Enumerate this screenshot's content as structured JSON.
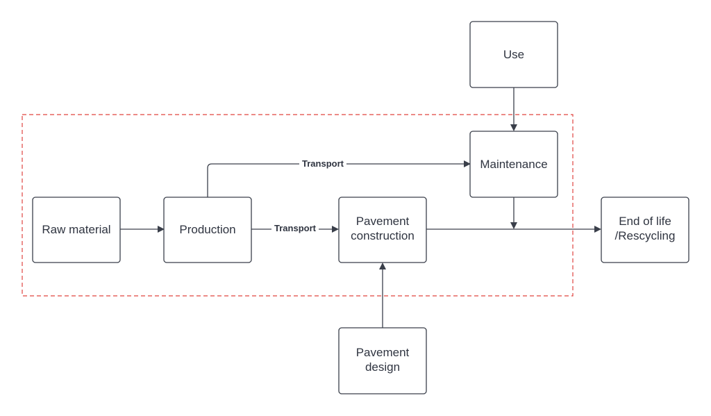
{
  "nodes": {
    "use": {
      "lines": [
        "Use"
      ]
    },
    "maintenance": {
      "lines": [
        "Maintenance"
      ]
    },
    "raw_material": {
      "lines": [
        "Raw material"
      ]
    },
    "production": {
      "lines": [
        "Production"
      ]
    },
    "pavement_construction": {
      "lines": [
        "Pavement",
        "construction"
      ]
    },
    "end_of_life": {
      "lines": [
        "End of life",
        "/Rescycling"
      ]
    },
    "pavement_design": {
      "lines": [
        "Pavement",
        "design"
      ]
    }
  },
  "edges": {
    "production_to_maintenance": {
      "label": "Transport"
    },
    "production_to_construction": {
      "label": "Transport"
    }
  },
  "colors": {
    "boundary": "#e0443f",
    "stroke": "#3a3f4a",
    "text": "#2f3440"
  }
}
